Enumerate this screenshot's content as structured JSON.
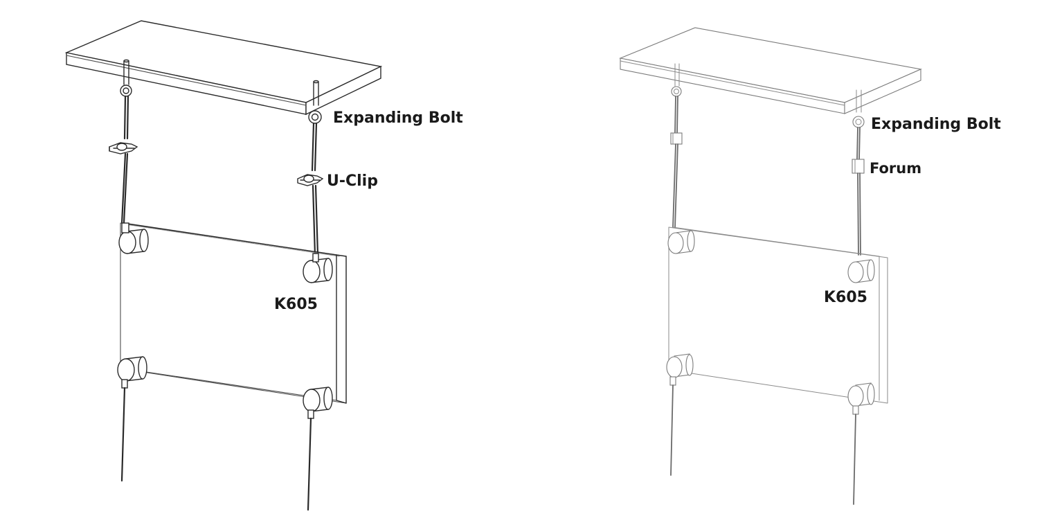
{
  "left_figure": {
    "labels": {
      "bolt": "Expanding Bolt",
      "clip": "U-Clip",
      "model": "K605"
    }
  },
  "right_figure": {
    "labels": {
      "bolt": "Expanding Bolt",
      "forum": "Forum",
      "model": "K605"
    }
  }
}
